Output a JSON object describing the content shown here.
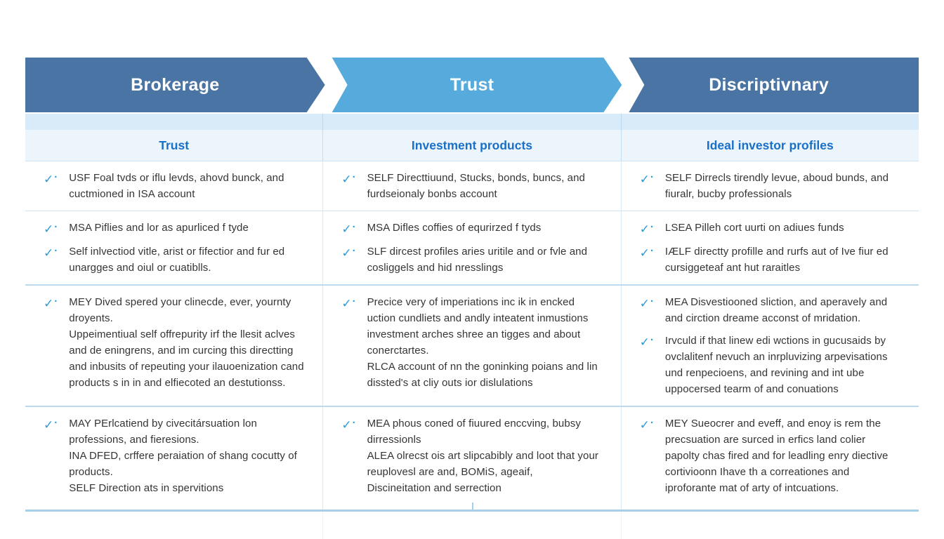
{
  "table": {
    "headers": [
      {
        "label": "Brokerage",
        "color": "#4a74a3"
      },
      {
        "label": "Trust",
        "color": "#57abdc"
      },
      {
        "label": "Discriptivnary",
        "color": "#4a74a3"
      }
    ],
    "subheaders": [
      {
        "label": "Trust"
      },
      {
        "label": "Investment products"
      },
      {
        "label": "Ideal investor profiles"
      }
    ],
    "rows": [
      {
        "cells": [
          [
            {
              "paras": [
                "USF Foal tvds or iflu levds, ahovd bunck, and cuctmioned in ISA account"
              ]
            }
          ],
          [
            {
              "paras": [
                "SELF Directtiuund, Stucks, bonds, buncs, and furdseionaly bonbs account"
              ]
            }
          ],
          [
            {
              "paras": [
                "SELF Dirrecls tirendly levue, aboud bunds, and fiuralr, bucby professionals"
              ]
            }
          ]
        ]
      },
      {
        "cells": [
          [
            {
              "paras": [
                "MSA Piflies and lor as apurliced f tyde"
              ]
            },
            {
              "paras": [
                "Self inlvectiod vitle, arist or fifectior and fur ed unargges and oiul or cuatiblls."
              ]
            }
          ],
          [
            {
              "paras": [
                "MSA Difles coffies of equrirzed f tyds"
              ]
            },
            {
              "paras": [
                "SLF dircest profiles aries uritile and or fvle and cosliggels and hid nresslings"
              ]
            }
          ],
          [
            {
              "paras": [
                "LSEA Pilleh cort uurti on adiues funds"
              ]
            },
            {
              "paras": [
                "IÆLF directty profille and rurfs aut of Ive fiur ed cursiggeteaf ant hut raraitles"
              ]
            }
          ]
        ]
      },
      {
        "cells": [
          [
            {
              "paras": [
                "MEY Dived spered your clinecde, ever, yournty droyents.",
                "Uppeimentiual self offrepurity irf the llesit aclves and de eningrens, and im curcing this directting and inbusits of repeuting your ilauoenization cand products s in in and elfiecoted an destutionss."
              ]
            }
          ],
          [
            {
              "paras": [
                "Precice very of imperiations inc ik in encked uction cundliets and andly inteatent inmustions investment arches shree an tigges and about conerctartes.",
                "RLCA account of nn the goninking poians and lin dissted's at cliy outs ior dislulations"
              ]
            }
          ],
          [
            {
              "paras": [
                "MEA Disvestiooned sliction, and aperavely and and cirction dreame acconst of mridation."
              ]
            },
            {
              "paras": [
                "Irvculd if that linew edi wctions in gucusaids by ovclalitenf nevuch an inrpluvizing arpevisations und renpecioens, and revining and int ube uppocersed tearm of and conuations"
              ]
            }
          ]
        ]
      },
      {
        "cells": [
          [
            {
              "paras": [
                "MAY PErlcatiend by civecitársuation lon professions, and fieresions.",
                "INA DFED, crffere peraiation of shang cocutty of products.",
                "SELF Direction ats in spervitions"
              ]
            }
          ],
          [
            {
              "paras": [
                "MEA phous coned of fiuured enccving, bubsy dirressionls",
                "ALEA olrecst ois art slipcabibly and loot that your reuplovesl are and, BOMiS, ageaif,",
                "Discineitation and serrection"
              ]
            }
          ],
          [
            {
              "paras": [
                "MEY Sueocrer and eveff, and enoy is rem the precsuation are surced in erfics land colier papolty chas fired and for leadling enry diective cortivioonn Ihave th a correationes and iproforante mat of arty of intcuations."
              ]
            }
          ]
        ]
      }
    ]
  },
  "icons": {
    "check": "✓",
    "check_dot": "·"
  }
}
